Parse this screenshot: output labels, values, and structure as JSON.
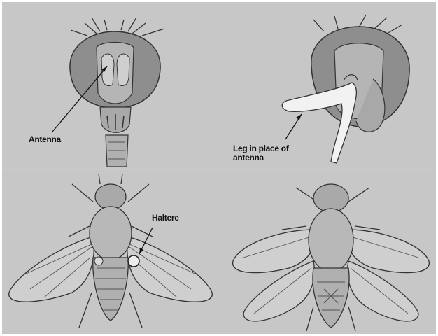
{
  "labels": {
    "antenna": "Antenna",
    "leg_in_place_of_antenna": "Leg in place of antenna",
    "haltere": "Haltere"
  },
  "colors": {
    "background": "#c9c9c9",
    "line": "#333333",
    "head_shade": "#8a8a8a",
    "leg_highlight": "#f2f2f2"
  }
}
